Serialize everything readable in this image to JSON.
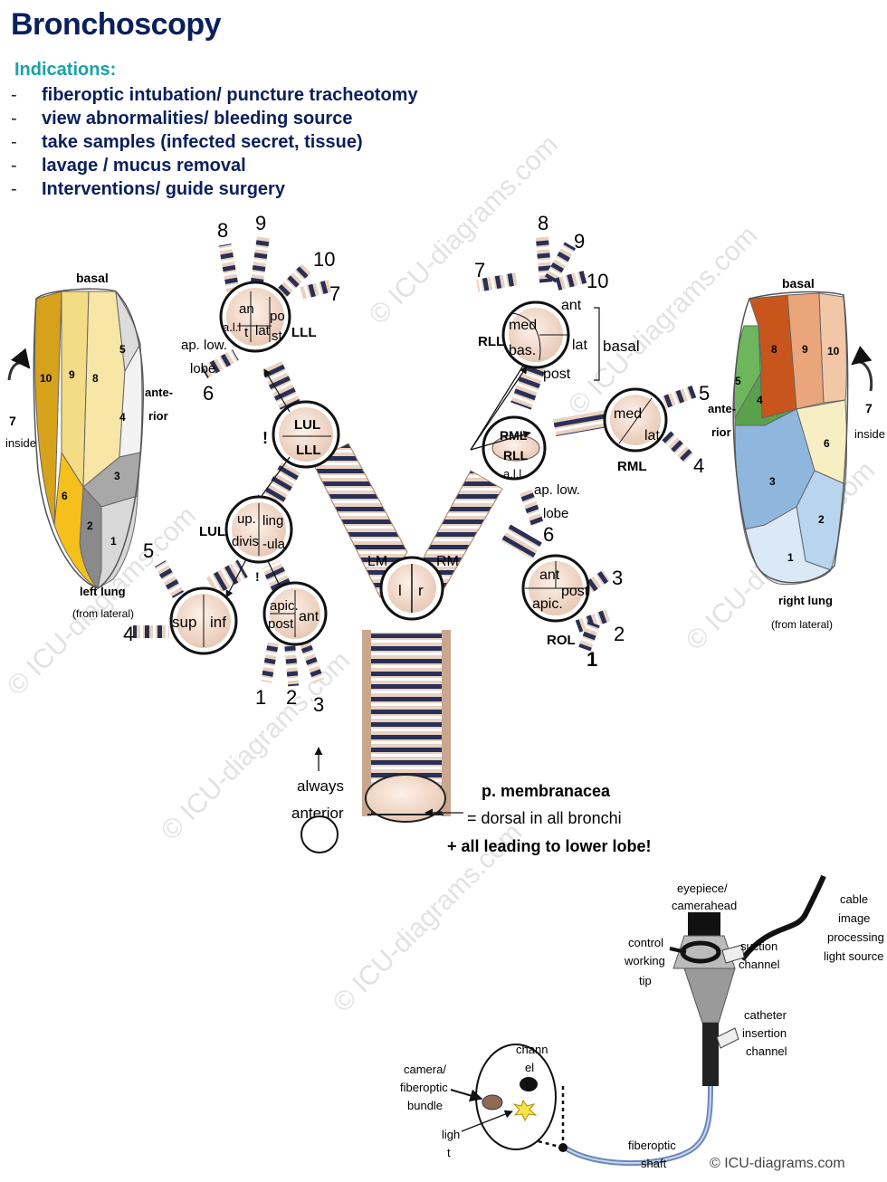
{
  "title": "Bronchoscopy",
  "indications": {
    "heading": "Indications:",
    "items": [
      "fiberoptic intubation/ puncture tracheotomy",
      "view abnormalities/ bleeding source",
      "take samples (infected secret, tissue)",
      "lavage / mucus removal",
      "Interventions/ guide surgery"
    ]
  },
  "left_lung": {
    "basal": "basal",
    "anterior_1": "ante-",
    "anterior_2": "rior",
    "seven": "7",
    "inside": "inside",
    "caption_1": "left lung",
    "caption_2": "(from lateral)",
    "seg": {
      "s10": "10",
      "s9": "9",
      "s8": "8",
      "s5": "5",
      "s4": "4",
      "s3": "3",
      "s6": "6",
      "s2": "2",
      "s1": "1"
    },
    "colors": {
      "s10": "#d6a21c",
      "s9": "#f3dc86",
      "s8": "#f7e6a6",
      "s6": "#f6c01c",
      "s5": "#dcdcdc",
      "s4": "#f2f2f2",
      "s3": "#a8a8a8",
      "s2": "#8a8a8a",
      "s1": "#d8d8d8"
    }
  },
  "right_lung": {
    "basal": "basal",
    "anterior_1": "ante-",
    "anterior_2": "rior",
    "seven": "7",
    "inside": "inside",
    "caption_1": "right lung",
    "caption_2": "(from lateral)",
    "seg": {
      "s8": "8",
      "s9": "9",
      "s10": "10",
      "s5": "5",
      "s4": "4",
      "s6": "6",
      "s3": "3",
      "s2": "2",
      "s1": "1"
    },
    "colors": {
      "s8": "#c8561c",
      "s9": "#eaa57a",
      "s10": "#f2c7a8",
      "s5": "#6db65c",
      "s4": "#5aa14c",
      "s6": "#f7eec4",
      "s3": "#8fb7de",
      "s2": "#b8d4ee",
      "s1": "#dbe9f6"
    }
  },
  "tree": {
    "lll": {
      "an": "an",
      "t": "t",
      "all": "a.l.l",
      "lat": "lat",
      "po": "po",
      "st": "st",
      "label": "LLL"
    },
    "ap_low_left_1": "ap. low.",
    "ap_low_left_2": "lobe",
    "lul_lll": {
      "lul": "LUL",
      "lll": "LLL",
      "bang": "!"
    },
    "lul": {
      "up": "up.",
      "divis": "divis",
      "ling": "ling",
      "ula": "-ula",
      "label": "LUL",
      "bang": "!"
    },
    "lul_up": {
      "sup": "sup",
      "inf": "inf"
    },
    "lul_apic": {
      "apic": "apic.",
      "post": "post",
      "ant": "ant"
    },
    "lm": "LM",
    "rm": "RM",
    "carina": {
      "l": "l",
      "r": "r"
    },
    "rll": {
      "med": "med",
      "bas": "bas.",
      "ant": "ant",
      "lat": "lat",
      "post": "post",
      "basal": "basal",
      "label": "RLL"
    },
    "rml_rll": {
      "rml": "RML",
      "rll": "RLL",
      "all": "a.l.l."
    },
    "ap_low_right_1": "ap. low.",
    "ap_low_right_2": "lobe",
    "rml": {
      "med": "med",
      "lat": "lat",
      "label": "RML"
    },
    "rol": {
      "ant": "ant",
      "post": "post",
      "apic": "apic.",
      "label": "ROL"
    },
    "nums": {
      "l8": "8",
      "l9": "9",
      "l10": "10",
      "l7": "7",
      "l6": "6",
      "l5": "5",
      "l4": "4",
      "l1": "1",
      "l2": "2",
      "l3": "3",
      "r8": "8",
      "r9": "9",
      "r7": "7",
      "r10": "10",
      "r5": "5",
      "r4": "4",
      "r6": "6",
      "r3": "3",
      "r2": "2",
      "r1": "1"
    }
  },
  "orientation": {
    "always": "always",
    "anterior": "anterior"
  },
  "membranacea": {
    "title": "p. membranacea",
    "line2": "= dorsal in all bronchi",
    "line3": "+ all leading to lower lobe!"
  },
  "scope": {
    "eyepiece_1": "eyepiece/",
    "eyepiece_2": "camerahead",
    "cable_1": "cable",
    "cable_2": "image",
    "cable_3": "processing",
    "cable_4": "light source",
    "control_1": "control",
    "control_2": "working",
    "control_3": "tip",
    "suction_1": "suction",
    "suction_2": "channel",
    "catheter_1": "catheter",
    "catheter_2": "insertion",
    "catheter_3": "channel",
    "chann_1": "chann",
    "chann_2": "el",
    "camera_1": "camera/",
    "camera_2": "fiberoptic",
    "camera_3": "bundle",
    "light_1": "ligh",
    "light_2": "t",
    "shaft_1": "fiberoptic",
    "shaft_2": "shaft"
  },
  "watermark": "© ICU-diagrams.com",
  "credit": "© ICU-diagrams.com"
}
